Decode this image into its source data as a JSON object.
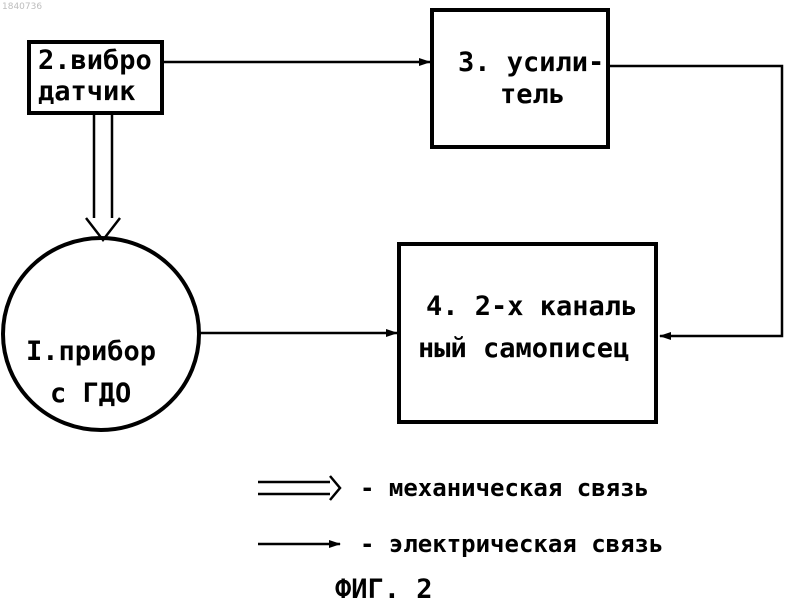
{
  "doc_id": "1840736",
  "blocks": {
    "sensor": {
      "line1": "2.вибро",
      "line2": "датчик"
    },
    "amplifier": {
      "line1": "3. усили-",
      "line2": "тель"
    },
    "device": {
      "line1": "I.прибор",
      "line2": "с ГДО"
    },
    "recorder": {
      "line1": "4. 2-х каналь",
      "line2": "ный самописец"
    }
  },
  "legend": {
    "mechanical": "- механическая связь",
    "electrical": "- электрическая связь"
  },
  "figure_caption": "ФИГ. 2"
}
